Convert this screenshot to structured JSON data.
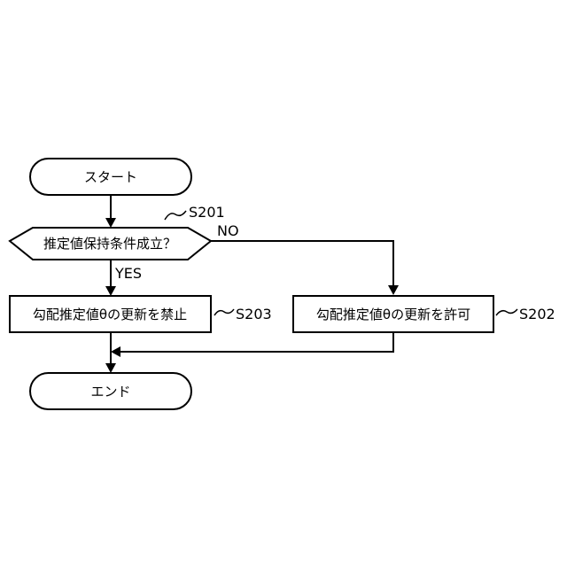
{
  "nodes": {
    "start": "スタート",
    "decision": "推定値保持条件成立？",
    "process_yes": "勾配推定値θの更新を禁止",
    "process_no": "勾配推定値θの更新を許可",
    "end": "エンド"
  },
  "step_tags": {
    "decision": "S201",
    "process_no": "S202",
    "process_yes": "S203"
  },
  "branches": {
    "yes": "YES",
    "no": "NO"
  }
}
